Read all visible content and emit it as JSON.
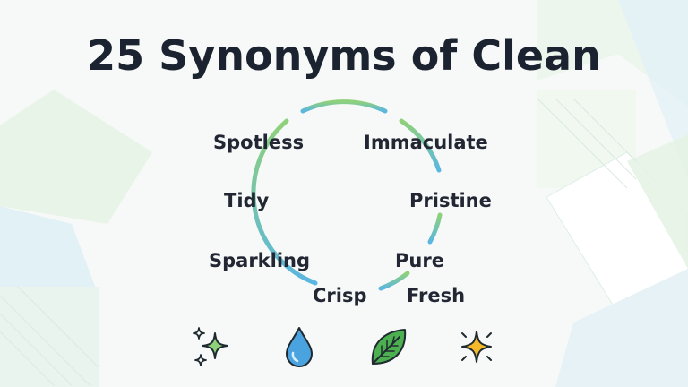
{
  "title": "25 Synonyms of Clean",
  "words": {
    "spotless": "Spotless",
    "immaculate": "Immaculate",
    "tidy": "Tidy",
    "pristine": "Pristine",
    "sparkling": "Sparkling",
    "pure": "Pure",
    "crisp": "Crisp",
    "fresh": "Fresh"
  },
  "colors": {
    "title": "#1b2230",
    "ring_top": "#8fd17a",
    "ring_bottom": "#5bb6e0",
    "leaf": "#4caf50",
    "drop": "#4aa3df",
    "star": "#f6b92b"
  },
  "icons": [
    "sparkles-icon",
    "water-drop-icon",
    "leaf-icon",
    "star-icon"
  ]
}
